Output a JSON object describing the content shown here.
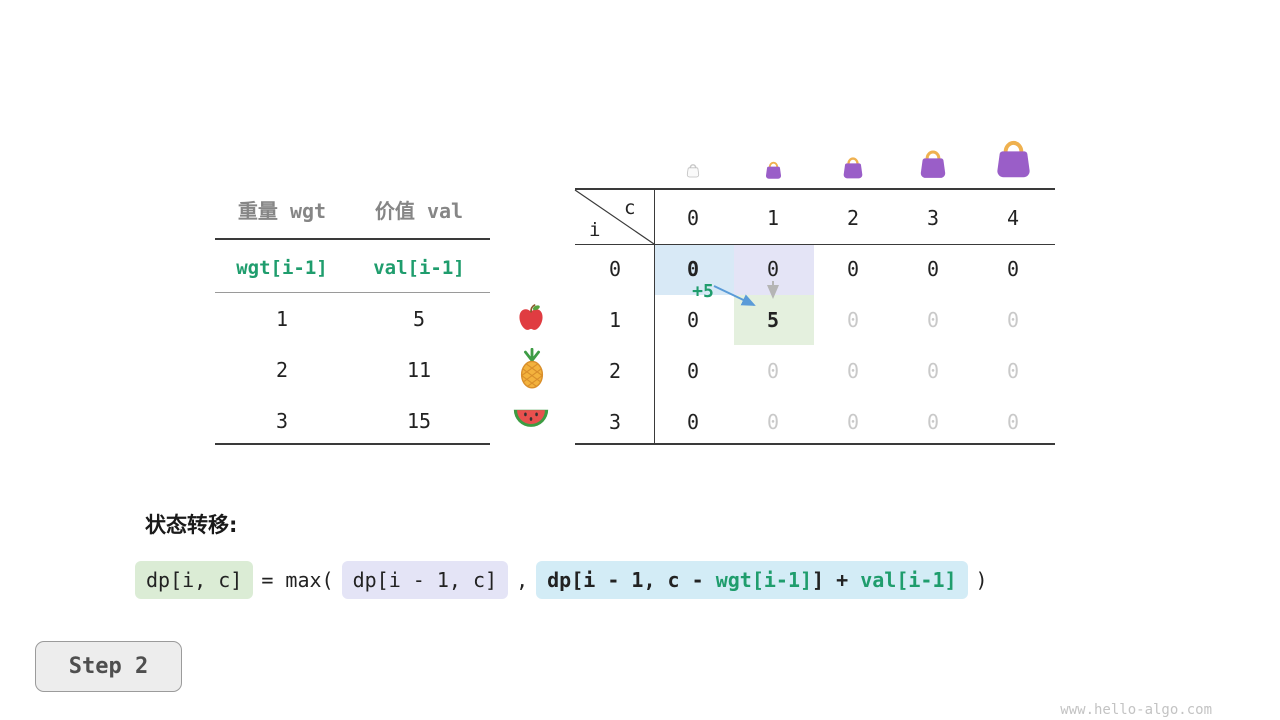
{
  "colors": {
    "green_text": "#1f9d6d",
    "cell_blue_bg": "#d8e9f6",
    "cell_lavender_bg": "#e4e4f6",
    "cell_green_bg": "#e4f0de",
    "formula_green_bg": "#dbecd5",
    "formula_lavender_bg": "#e4e4f6",
    "formula_blue_bg": "#d3ecf6",
    "arrow_blue": "#5a9bd8",
    "inactive_gray": "#c9c9c9",
    "bag_purple": "#9a5ec8",
    "bag_handle_gold": "#efb14f"
  },
  "item_table": {
    "col1_header": "重量 wgt",
    "col2_header": "价值 val",
    "sub1": "wgt[i-1]",
    "sub2": "val[i-1]",
    "rows": [
      {
        "wgt": "1",
        "val": "5"
      },
      {
        "wgt": "2",
        "val": "11"
      },
      {
        "wgt": "3",
        "val": "15"
      }
    ],
    "row_icons": [
      "apple-icon",
      "pineapple-icon",
      "watermelon-icon"
    ]
  },
  "dp_table": {
    "corner_col": "c",
    "corner_row": "i",
    "col_headers": [
      "0",
      "1",
      "2",
      "3",
      "4"
    ],
    "row_headers": [
      "0",
      "1",
      "2",
      "3"
    ],
    "cells": [
      [
        "0",
        "0",
        "0",
        "0",
        "0"
      ],
      [
        "0",
        "5",
        "0",
        "0",
        "0"
      ],
      [
        "0",
        "0",
        "0",
        "0",
        "0"
      ],
      [
        "0",
        "0",
        "0",
        "0",
        "0"
      ]
    ],
    "annotation": "+5",
    "bag_icons": [
      "bag-empty-icon",
      "bag-size1-icon",
      "bag-size2-icon",
      "bag-size3-icon",
      "bag-size4-icon"
    ]
  },
  "transition": {
    "label": "状态转移:",
    "term_new": "dp[i, c]",
    "equals": "= max(",
    "term_skip": "dp[i - 1, c]",
    "comma": ",",
    "term_take_prefix": "dp[i - 1, c - ",
    "term_take_wgt": "wgt[i-1]",
    "term_take_mid": "] + ",
    "term_take_val": "val[i-1]",
    "close_paren": ")"
  },
  "step_badge": "Step 2",
  "watermark": "www.hello-algo.com"
}
